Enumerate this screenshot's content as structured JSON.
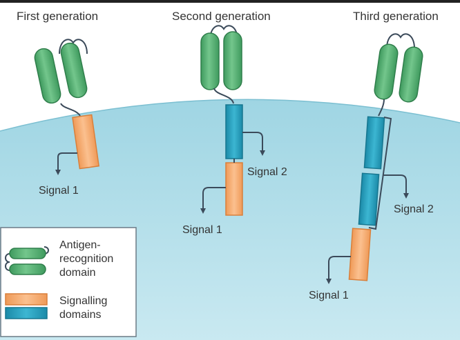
{
  "generations": {
    "first": {
      "title": "First generation",
      "signal_1": "Signal 1"
    },
    "second": {
      "title": "Second generation",
      "signal_1": "Signal 1",
      "signal_2": "Signal 2"
    },
    "third": {
      "title": "Third generation",
      "signal_1": "Signal 1",
      "signal_2": "Signal 2"
    }
  },
  "legend": {
    "antigen_line1": "Antigen-",
    "antigen_line2": "recognition",
    "antigen_line3": "domain",
    "signal_line1": "Signalling",
    "signal_line2": "domains"
  },
  "colors": {
    "background": "#ffffff",
    "membrane_top": "#bfe3ee",
    "membrane_bottom": "#8fcddd",
    "antigen_green": "#5fb87b",
    "signal_orange": "#f6ae74",
    "signal_blue": "#2da6c4",
    "outline": "#3b4a5a"
  }
}
